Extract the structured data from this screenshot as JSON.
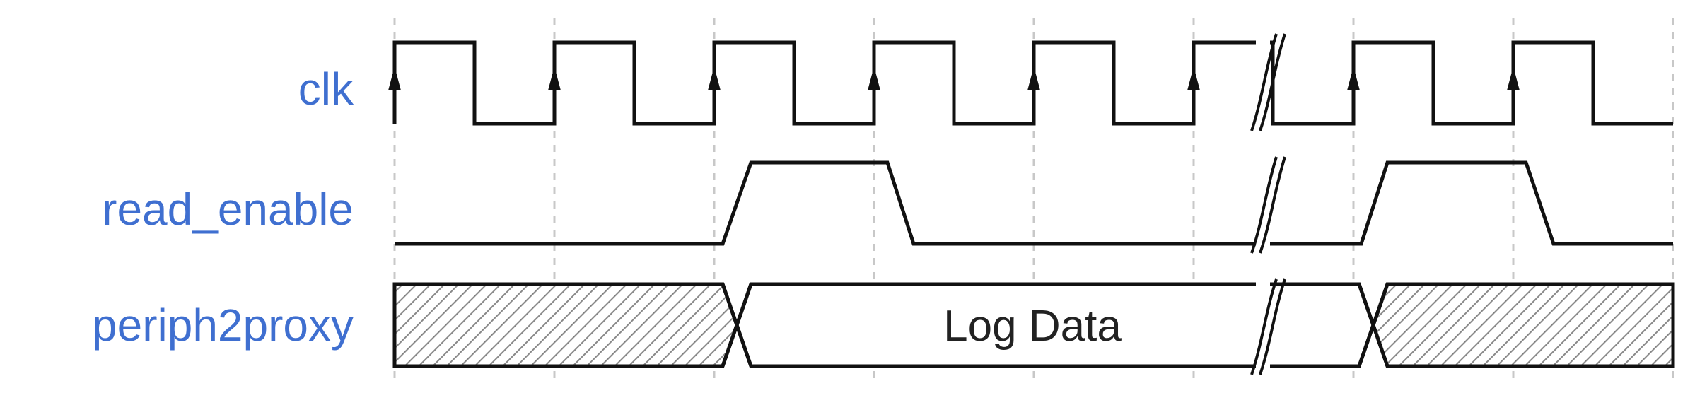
{
  "signals": {
    "clk": "clk",
    "read_enable": "read_enable",
    "periph2proxy": "periph2proxy"
  },
  "data_label": "Log Data",
  "colors": {
    "label": "#3f6fd0",
    "waveform": "#111111",
    "hatch": "#888888",
    "grid": "#c8c8c8"
  }
}
